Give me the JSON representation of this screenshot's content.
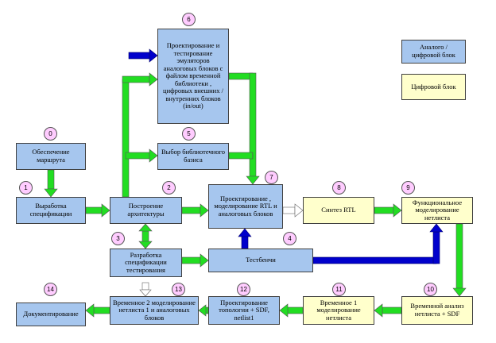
{
  "legend": {
    "analog_digital": "Аналого / цифровой блок",
    "digital": "Цифровой блок"
  },
  "blocks": [
    {
      "id": "b0",
      "text": "Обеспечение маршрута",
      "kind": "analog"
    },
    {
      "id": "b1",
      "text": "Выработка спецификации",
      "kind": "analog"
    },
    {
      "id": "b2",
      "text": "Построение архитектуры",
      "kind": "analog"
    },
    {
      "id": "b3",
      "text": "Разработка спецификации тестирования",
      "kind": "analog"
    },
    {
      "id": "b4",
      "text": "Тестбенчи",
      "kind": "analog"
    },
    {
      "id": "b5",
      "text": "Выбор библиотечного базиса",
      "kind": "analog"
    },
    {
      "id": "b6",
      "text": "Проектирование и тестирование эмуляторов аналоговых блоков с файлом временной библиотеки , цифровых внешних / внутренних блоков (in/out)",
      "kind": "analog"
    },
    {
      "id": "b7",
      "text": "Проектирование , моделирование RTL и аналоговых блоков",
      "kind": "analog"
    },
    {
      "id": "b8",
      "text": "Синтез RTL",
      "kind": "digital"
    },
    {
      "id": "b9",
      "text": "Функциональное моделирование нетлиста",
      "kind": "digital"
    },
    {
      "id": "b10",
      "text": "Временной анализ нетлиста + SDF",
      "kind": "digital"
    },
    {
      "id": "b11",
      "text": "Временное 1 моделирование нетлиста",
      "kind": "digital"
    },
    {
      "id": "b12",
      "text": "Проектирование топологии + SDF, netlist1",
      "kind": "analog"
    },
    {
      "id": "b13",
      "text": "Временное 2 моделирование нетлиста 1 и аналоговых блоков",
      "kind": "analog"
    },
    {
      "id": "b14",
      "text": "Документирование",
      "kind": "analog"
    }
  ],
  "badges": [
    "0",
    "1",
    "2",
    "3",
    "4",
    "5",
    "6",
    "7",
    "8",
    "9",
    "10",
    "11",
    "12",
    "13",
    "14"
  ],
  "colors": {
    "analog_fill": "#a6c6ee",
    "digital_fill": "#ffffcc",
    "arrow_green": "#22dd22",
    "arrow_blue": "#0000cc",
    "arrow_white": "#ffffff",
    "badge_fill": "#ffccff"
  }
}
